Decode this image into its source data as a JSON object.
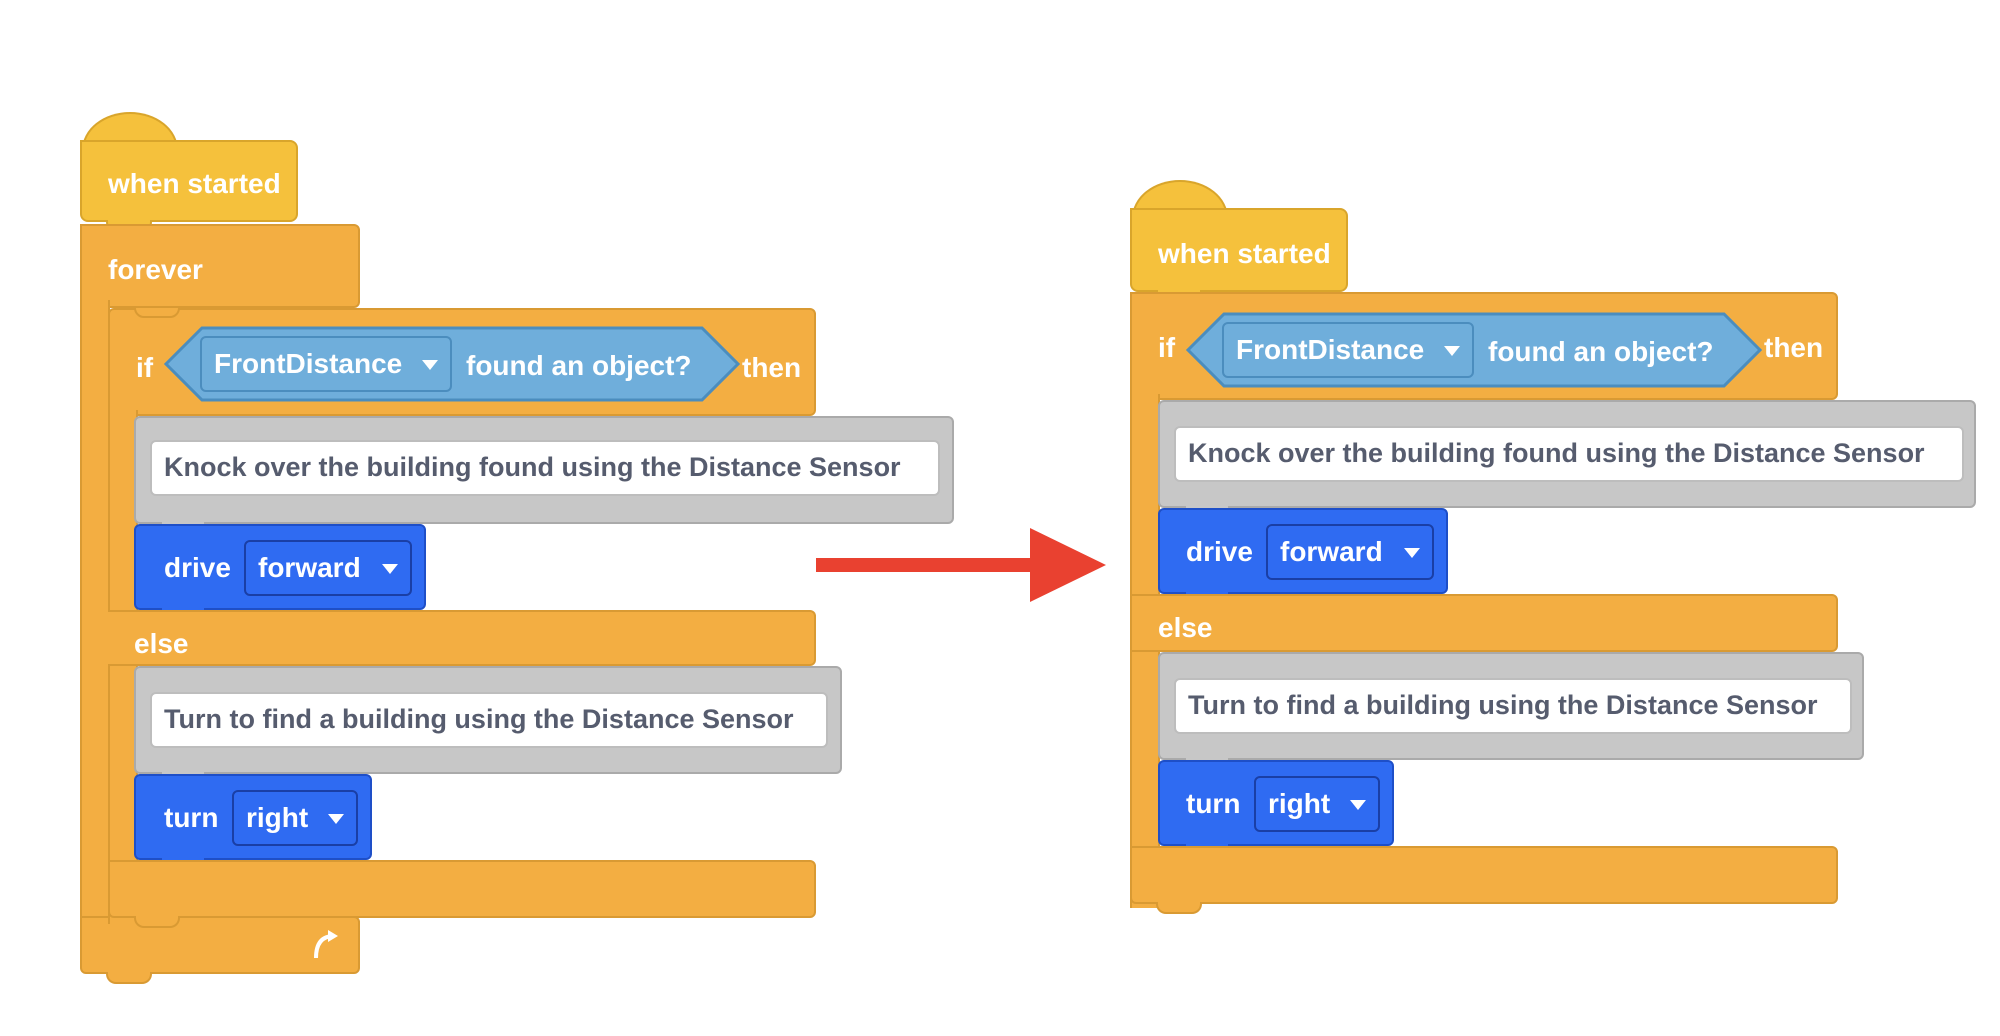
{
  "blocks": {
    "when_started": "when started",
    "forever": "forever",
    "if": "if",
    "then": "then",
    "else": "else",
    "sensor": "FrontDistance",
    "found_object": "found an object?",
    "comment_if": "Knock over the building found using the Distance Sensor",
    "comment_else": "Turn to find a building using the Distance Sensor",
    "drive": "drive",
    "forward": "forward",
    "turn": "turn",
    "right": "right",
    "loop_icon": "loop-arrow-icon"
  },
  "colors": {
    "events": "#F5C13C",
    "control": "#F3AE42",
    "sensing": "#6FAEDB",
    "drivetrain": "#2F6BF2",
    "comment": "#C7C7C7",
    "arrow": "#E94130"
  }
}
